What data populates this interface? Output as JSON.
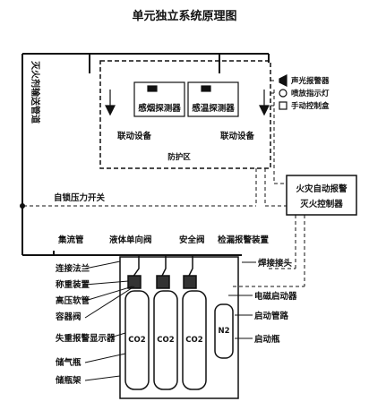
{
  "title": "单元独立系统原理图",
  "pipe_label": "灭火剂输送管道",
  "smoke_detector": "感烟探测器",
  "heat_detector": "感温探测器",
  "linkage_left": "联动设备",
  "linkage_right": "联动设备",
  "protect_zone": "防护区",
  "legend": [
    "声光报警器",
    "喷放指示灯",
    "手动控制盒"
  ],
  "pressure_switch": "自锁压力开关",
  "controller_line1": "火灾自动报警",
  "controller_line2": "灭火控制器",
  "labels": {
    "manifold": "集流管",
    "check_valve": "液体单向阀",
    "safety_valve": "安全阀",
    "leak_detector": "检漏报警装置",
    "flange": "连接法兰",
    "weigh_device": "称重装置",
    "hose": "高压软管",
    "container_valve": "容器阀",
    "weight_loss_alarm": "失重报警显示器",
    "storage_bottle": "储气瓶",
    "bottle_rack": "储瓶架",
    "weld_joint": "焊接接头",
    "solenoid": "电磁启动器",
    "start_pipe": "启动管路",
    "start_bottle": "启动瓶"
  },
  "bottles": [
    "CO2",
    "CO2",
    "CO2",
    "N2"
  ]
}
